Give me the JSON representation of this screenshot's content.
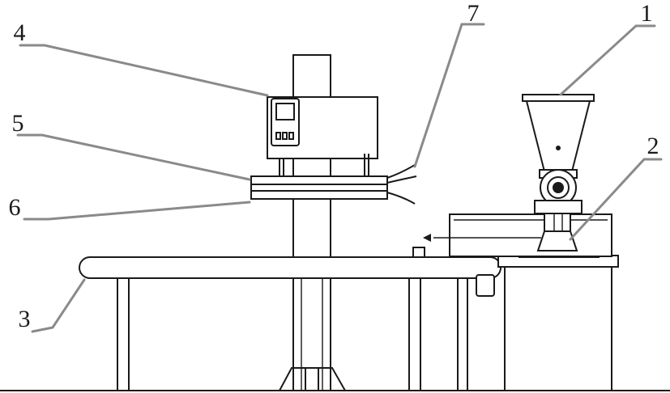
{
  "labels": [
    {
      "id": "1",
      "text": "1"
    },
    {
      "id": "2",
      "text": "2"
    },
    {
      "id": "3",
      "text": "3"
    },
    {
      "id": "4",
      "text": "4"
    },
    {
      "id": "5",
      "text": "5"
    },
    {
      "id": "6",
      "text": "6"
    },
    {
      "id": "7",
      "text": "7"
    }
  ],
  "colors": {
    "line": "#1a1a1a",
    "leader": "#8a8a8a",
    "background": "#ffffff"
  }
}
